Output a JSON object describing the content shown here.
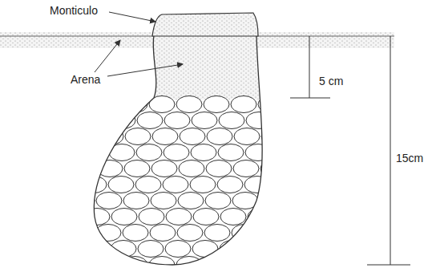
{
  "diagram": {
    "labels": [
      "Monticulo",
      "Arena",
      "5 cm",
      "15cm"
    ]
  }
}
